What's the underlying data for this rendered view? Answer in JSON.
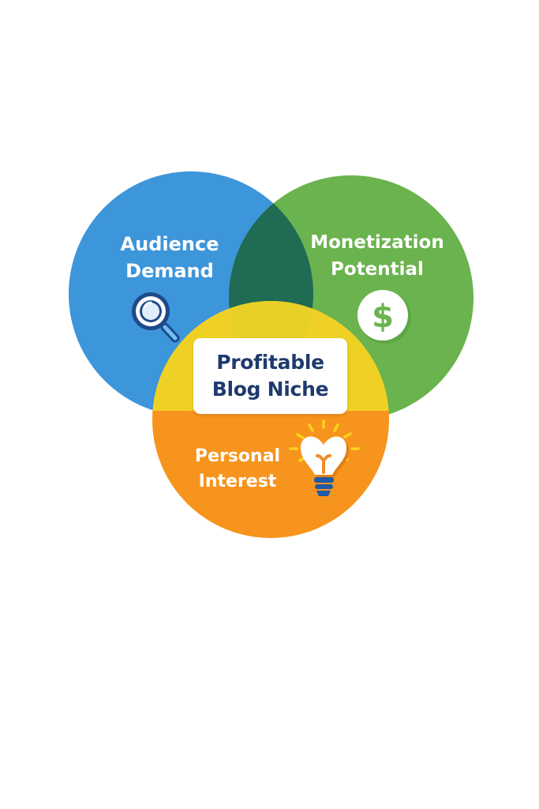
{
  "diagram": {
    "type": "venn",
    "circles": [
      {
        "id": "audience",
        "label_lines": [
          "Audience",
          "Demand"
        ],
        "icon": "magnifying-glass-icon",
        "color": "#3d95da"
      },
      {
        "id": "monetization",
        "label_lines": [
          "Monetization",
          "Potential"
        ],
        "icon": "dollar-coin-icon",
        "color": "#6ab34e"
      },
      {
        "id": "personal",
        "label_lines": [
          "Personal",
          "Interest"
        ],
        "icon": "lightbulb-heart-icon",
        "color_top": "#fcd21f",
        "color_bottom": "#f7941d"
      }
    ],
    "overlap_color": "#1f6b54",
    "center": {
      "label_lines": [
        "Profitable",
        "Blog Niche"
      ],
      "text_color": "#1e3a6e"
    }
  }
}
